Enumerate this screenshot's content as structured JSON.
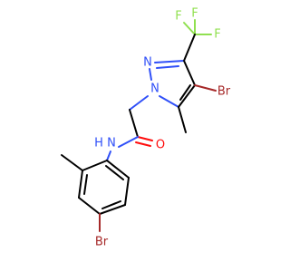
{
  "molecule": {
    "atoms": {
      "n1": {
        "label": "N",
        "color": "#3050f8"
      },
      "n2": {
        "label": "N",
        "color": "#3050f8"
      },
      "nh": {
        "label": "N",
        "color": "#3050f8"
      },
      "h": {
        "label": "H",
        "color": "#3050f8"
      },
      "o": {
        "label": "O",
        "color": "#ff0d0d"
      },
      "br_pyrazole": {
        "label": "Br",
        "color": "#a62929"
      },
      "br_phenyl": {
        "label": "Br",
        "color": "#a62929"
      },
      "f_top": {
        "label": "F",
        "color": "#90e050"
      },
      "f_right": {
        "label": "F",
        "color": "#90e050"
      },
      "f_left": {
        "label": "F",
        "color": "#90e050"
      }
    }
  }
}
